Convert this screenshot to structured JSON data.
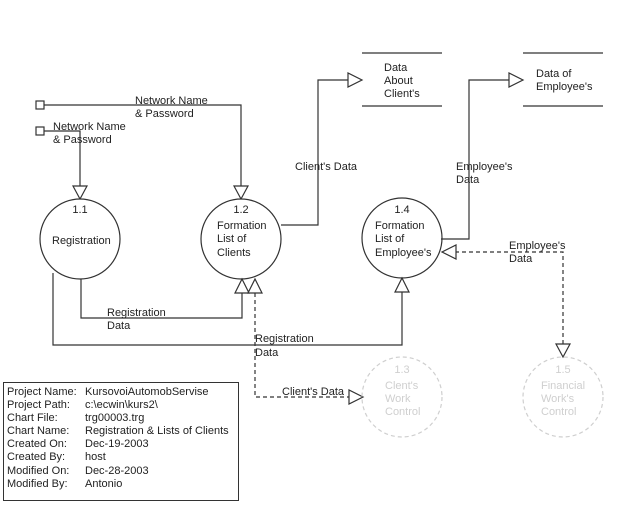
{
  "processes": [
    {
      "id": "1.1",
      "label_lines": [
        "Registration"
      ],
      "active": true
    },
    {
      "id": "1.2",
      "label_lines": [
        "Formation",
        "List of",
        "Clients"
      ],
      "active": true
    },
    {
      "id": "1.4",
      "label_lines": [
        "Formation",
        "List of",
        "Employee's"
      ],
      "active": true
    },
    {
      "id": "1.3",
      "label_lines": [
        "Clent's",
        "Work",
        "Control"
      ],
      "active": false
    },
    {
      "id": "1.5",
      "label_lines": [
        "Financial",
        "Work's",
        "Control"
      ],
      "active": false
    }
  ],
  "data_stores": [
    {
      "label_lines": [
        "Data",
        "About",
        "Client's"
      ]
    },
    {
      "label_lines": [
        "Data of",
        "Employee's"
      ]
    }
  ],
  "flows": {
    "network_top": [
      "Network Name",
      "& Password"
    ],
    "network_left": [
      "Network Name",
      "& Password"
    ],
    "clients_data_up": [
      "Client's Data"
    ],
    "employees_data_up": [
      "Employee's",
      "Data"
    ],
    "registration_data_1": [
      "Registration",
      "Data"
    ],
    "registration_data_2": [
      "Registration",
      "Data"
    ],
    "clients_data_dashed": [
      "Client's Data"
    ],
    "employees_data_dashed": [
      "Employee's",
      "Data"
    ]
  },
  "info": [
    {
      "key": "Project Name:",
      "value": "KursovoiAutomobServise"
    },
    {
      "key": "Project Path:",
      "value": "c:\\ecwin\\kurs2\\"
    },
    {
      "key": "Chart File:",
      "value": "trg00003.trg"
    },
    {
      "key": "Chart Name:",
      "value": "Registration & Lists of Clients"
    },
    {
      "key": "Created On:",
      "value": "Dec-19-2003"
    },
    {
      "key": "Created By:",
      "value": "host"
    },
    {
      "key": "Modified On:",
      "value": "Dec-28-2003"
    },
    {
      "key": "Modified By:",
      "value": "Antonio"
    }
  ]
}
